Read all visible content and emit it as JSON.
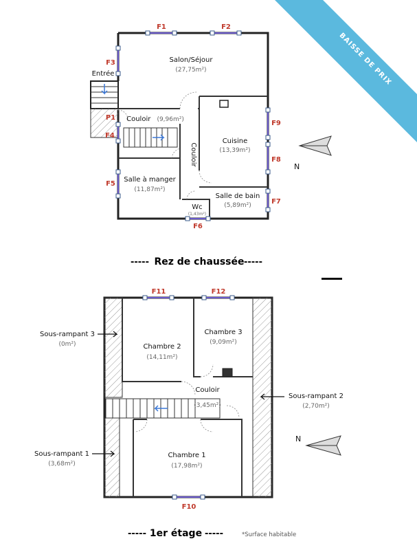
{
  "banner": {
    "text": "BAISSE DE PRIX",
    "color": "#5bb9de"
  },
  "north_label": "N",
  "ground_floor": {
    "title": "Rez de chaussée",
    "dashes_left": "-----",
    "dashes_right": "-----",
    "entrance_label": "Entrée",
    "rooms": [
      {
        "name": "Salon/Séjour",
        "area": "(27,75m²)"
      },
      {
        "name": "Couloir",
        "area": "(9,96m²)"
      },
      {
        "name": "Cuisine",
        "area": "(13,39m²)"
      },
      {
        "name": "Couloir",
        "area": ""
      },
      {
        "name": "Salle à manger",
        "area": "(11,87m²)"
      },
      {
        "name": "Salle de bain",
        "area": "(5,89m²)"
      },
      {
        "name": "Wc",
        "area": "(1,43m²)"
      }
    ],
    "windows": [
      "F1",
      "F2",
      "F3",
      "F4",
      "F5",
      "F6",
      "F7",
      "F8",
      "F9",
      "P1"
    ]
  },
  "first_floor": {
    "title": "1er étage",
    "dashes_left": "-----",
    "dashes_right": "-----",
    "note": "*Surface habitable",
    "rooms": [
      {
        "name": "Chambre 2",
        "area": "(14,11m²)"
      },
      {
        "name": "Chambre 3",
        "area": "(9,09m²)"
      },
      {
        "name": "Couloir",
        "area": "(3,45m²)"
      },
      {
        "name": "Chambre 1",
        "area": "(17,98m²)"
      }
    ],
    "attics": [
      {
        "name": "Sous-rampant 3",
        "area": "(0m²)"
      },
      {
        "name": "Sous-rampant 2",
        "area": "(2,70m²)"
      },
      {
        "name": "Sous-rampant 1",
        "area": "(3,68m²)"
      }
    ],
    "windows": [
      "F11",
      "F12",
      "F10"
    ]
  }
}
